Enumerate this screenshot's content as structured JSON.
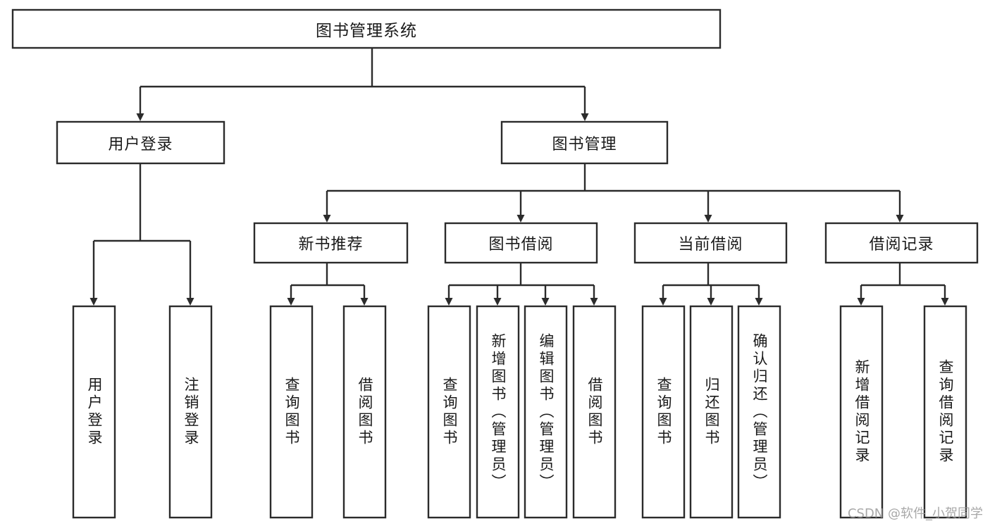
{
  "diagram": {
    "title": "图书管理系统",
    "type": "tree-hierarchy",
    "watermark": "CSDN @软件_小贺同学",
    "colors": {
      "stroke": "#2b2b2b",
      "box_fill": "#ffffff",
      "text": "#1a1a1a",
      "background": "#ffffff",
      "watermark": "#9a9a9a"
    },
    "root": {
      "label": "图书管理系统",
      "orientation": "horizontal"
    },
    "level2": [
      {
        "label": "用户登录",
        "orientation": "horizontal"
      },
      {
        "label": "图书管理",
        "orientation": "horizontal"
      }
    ],
    "level3": [
      {
        "label": "新书推荐",
        "orientation": "horizontal"
      },
      {
        "label": "图书借阅",
        "orientation": "horizontal"
      },
      {
        "label": "当前借阅",
        "orientation": "horizontal"
      },
      {
        "label": "借阅记录",
        "orientation": "horizontal"
      }
    ],
    "leaves": {
      "user_login": [
        {
          "label": "用户登录",
          "orientation": "vertical"
        },
        {
          "label": "注销登录",
          "orientation": "vertical"
        }
      ],
      "new_book_recommend": [
        {
          "label": "查询图书",
          "orientation": "vertical"
        },
        {
          "label": "借阅图书",
          "orientation": "vertical"
        }
      ],
      "book_borrow": [
        {
          "label": "查询图书",
          "orientation": "vertical"
        },
        {
          "label": "新增图书（管理员）",
          "orientation": "vertical"
        },
        {
          "label": "编辑图书（管理员）",
          "orientation": "vertical"
        },
        {
          "label": "借阅图书",
          "orientation": "vertical"
        }
      ],
      "current_borrow": [
        {
          "label": "查询图书",
          "orientation": "vertical"
        },
        {
          "label": "归还图书",
          "orientation": "vertical"
        },
        {
          "label": "确认归还（管理员）",
          "orientation": "vertical"
        }
      ],
      "borrow_record": [
        {
          "label": "新增借阅记录",
          "orientation": "vertical"
        },
        {
          "label": "查询借阅记录",
          "orientation": "vertical"
        }
      ]
    }
  }
}
